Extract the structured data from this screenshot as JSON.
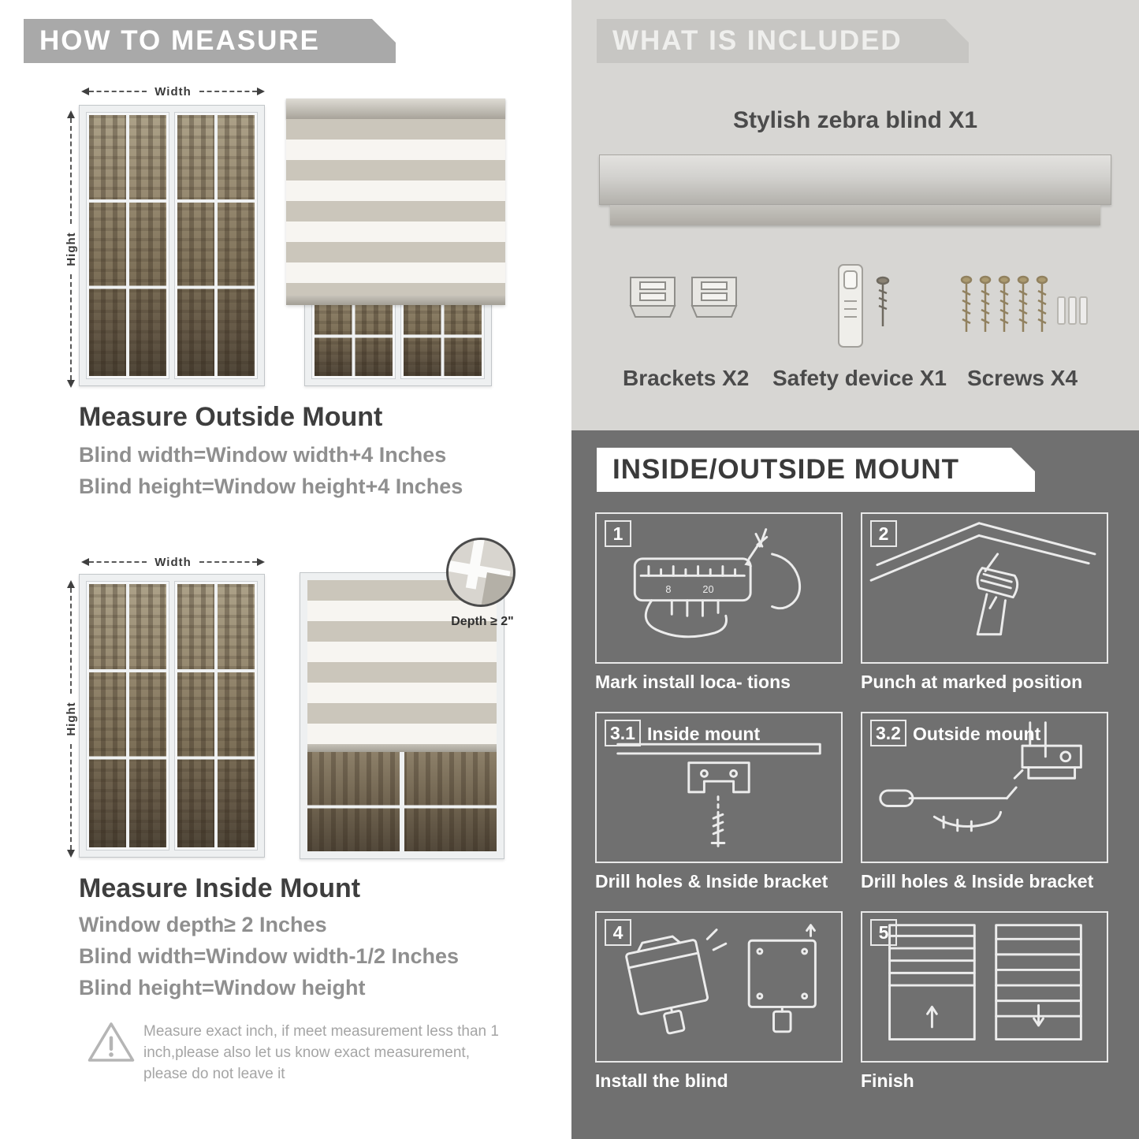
{
  "measure": {
    "header": "HOW TO MEASURE",
    "width_label": "Width",
    "height_label": "Hight",
    "outside": {
      "title": "Measure Outside Mount",
      "lines": [
        "Blind width=Window width+4 Inches",
        "Blind height=Window height+4 Inches"
      ]
    },
    "inside": {
      "depth_callout": "Depth ≥ 2\"",
      "title": "Measure Inside Mount",
      "lines": [
        "Window depth≥ 2 Inches",
        "Blind width=Window width-1/2 Inches",
        "Blind height=Window height"
      ]
    },
    "warning": "Measure exact inch, if meet measurement less than 1 inch,please also let us know exact measurement, please do not leave it"
  },
  "included": {
    "header": "WHAT IS INCLUDED",
    "product_title": "Stylish zebra blind X1",
    "items": [
      "Brackets X2",
      "Safety device X1",
      "Screws X4"
    ]
  },
  "mount": {
    "header": "INSIDE/OUTSIDE MOUNT",
    "steps": [
      {
        "num": "1",
        "caption": "Mark install loca- tions"
      },
      {
        "num": "2",
        "caption": "Punch at  marked position"
      },
      {
        "num": "3.1",
        "title": "Inside mount",
        "caption": "Drill holes &  Inside bracket"
      },
      {
        "num": "3.2",
        "title": "Outside mount",
        "caption": "Drill holes &  Inside bracket"
      },
      {
        "num": "4",
        "caption": "Install the blind"
      },
      {
        "num": "5",
        "caption": "Finish"
      }
    ]
  },
  "colors": {
    "left_header_bg": "#a9a9a9",
    "right_panel_bg": "#d7d6d3",
    "dark_panel_bg": "#707070",
    "title_text": "#3e3e3e",
    "formula_text": "#8f8f8f"
  }
}
